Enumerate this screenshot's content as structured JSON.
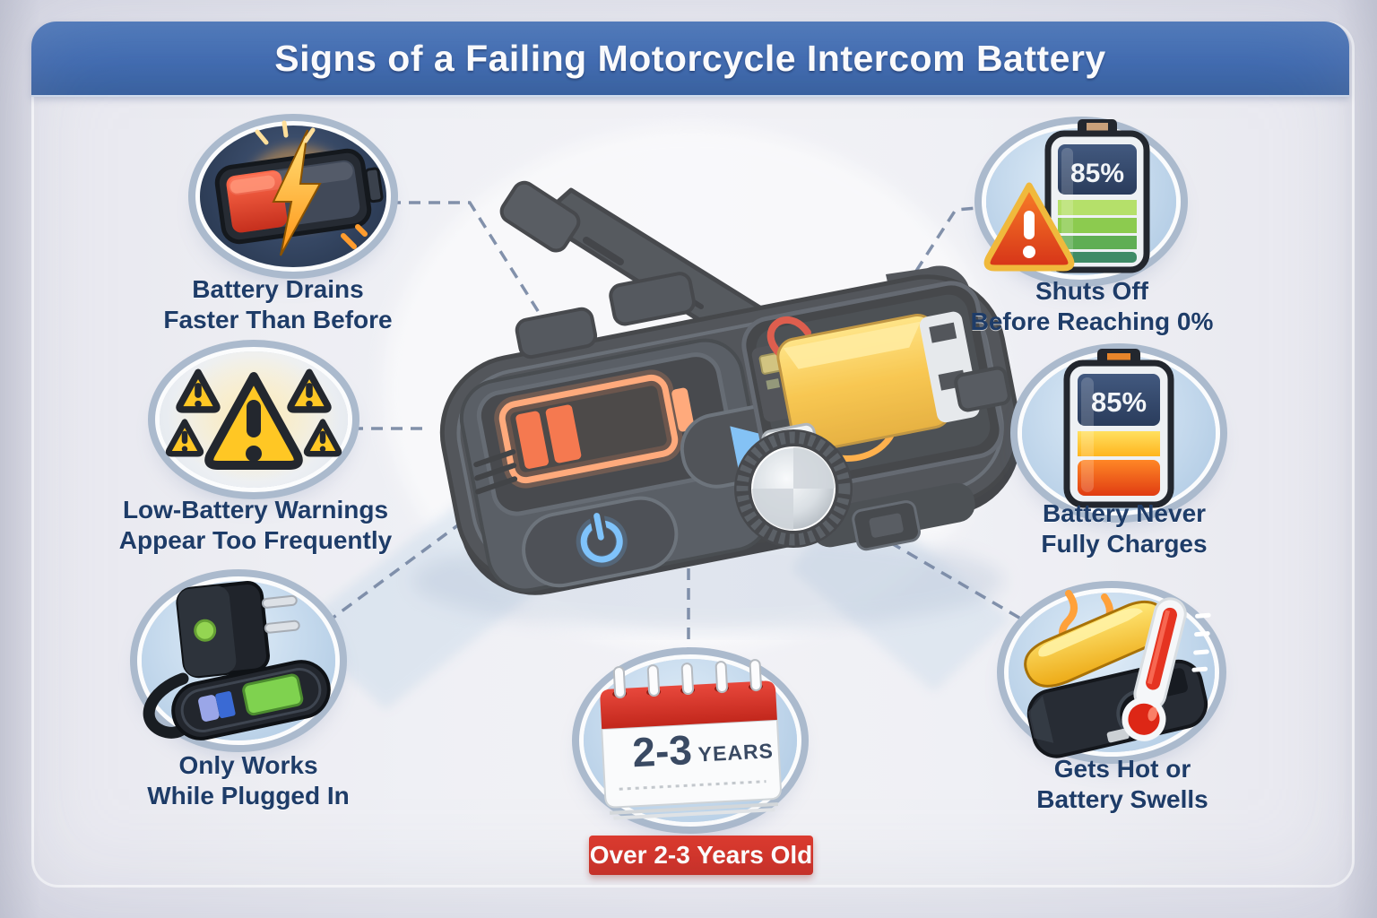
{
  "title": "Signs of a Failing Motorcycle Intercom Battery",
  "signs": {
    "battery_drains": {
      "line1": "Battery Drains",
      "line2": "Faster Than Before"
    },
    "low_battery_warnings": {
      "line1": "Low-Battery Warnings",
      "line2": "Appear Too Frequently"
    },
    "only_works_plugged": {
      "line1": "Only Works",
      "line2": "While Plugged In"
    },
    "shuts_off": {
      "line1": "Shuts Off",
      "line2": "Before Reaching 0%"
    },
    "never_fully_charges": {
      "line1": "Battery Never",
      "line2": "Fully Charges"
    },
    "gets_hot": {
      "line1": "Gets Hot or",
      "line2": "Battery Swells"
    }
  },
  "battery_levels": {
    "shuts_off_pct": "85%",
    "never_full_pct": "85%"
  },
  "calendar": {
    "range": "2-3",
    "unit": "YEARS",
    "badge": "Over 2-3 Years Old"
  },
  "icons": [
    "drained-battery-lightning-icon",
    "warning-triangles-icon",
    "charger-plug-icon",
    "battery-85-warning-icon",
    "battery-never-full-icon",
    "hot-battery-thermometer-icon",
    "calendar-icon",
    "intercom-device-illustration"
  ],
  "colors": {
    "banner_blue": "#3f6ab0",
    "label_navy": "#1e3c68",
    "badge_red": "#cf2d22",
    "dashed_line": "#4f6488",
    "circle_ring": "#abbacd",
    "circle_fill_light": "#c3d8ec",
    "circle_fill_navy": "#2e3e58",
    "alert_orange": "#e8431f",
    "battery_gold": "#f2b21d"
  }
}
